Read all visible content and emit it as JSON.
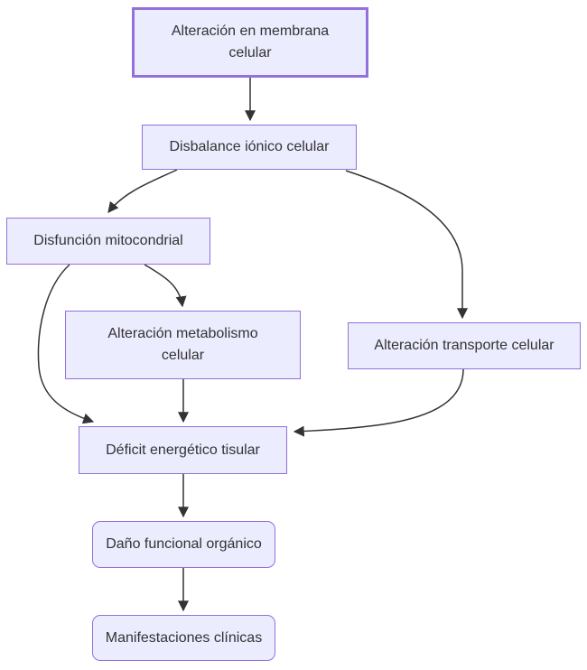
{
  "diagram": {
    "type": "flowchart",
    "direction": "top-down",
    "nodes": [
      {
        "id": "A",
        "label": "Alteración en membrana celular",
        "shape": "rect",
        "emphasis": true
      },
      {
        "id": "B",
        "label": "Disbalance iónico celular",
        "shape": "rect",
        "emphasis": false
      },
      {
        "id": "C",
        "label": "Disfunción mitocondrial",
        "shape": "rect",
        "emphasis": false
      },
      {
        "id": "D",
        "label": "Alteración metabolismo celular",
        "shape": "rect",
        "emphasis": false
      },
      {
        "id": "E",
        "label": "Alteración transporte celular",
        "shape": "rect",
        "emphasis": false
      },
      {
        "id": "F",
        "label": "Déficit energético tisular",
        "shape": "rect",
        "emphasis": false
      },
      {
        "id": "G",
        "label": "Daño funcional orgánico",
        "shape": "rounded",
        "emphasis": false
      },
      {
        "id": "H",
        "label": "Manifestaciones clínicas",
        "shape": "rounded",
        "emphasis": false
      }
    ],
    "edges": [
      {
        "from": "A",
        "to": "B"
      },
      {
        "from": "B",
        "to": "C"
      },
      {
        "from": "B",
        "to": "E"
      },
      {
        "from": "C",
        "to": "D"
      },
      {
        "from": "C",
        "to": "F"
      },
      {
        "from": "D",
        "to": "F"
      },
      {
        "from": "E",
        "to": "F"
      },
      {
        "from": "F",
        "to": "G"
      },
      {
        "from": "G",
        "to": "H"
      }
    ]
  },
  "colors": {
    "node_fill": "#ECECFF",
    "node_border": "#9370DB",
    "arrow": "#333333",
    "text": "#333333",
    "background": "#ffffff"
  }
}
